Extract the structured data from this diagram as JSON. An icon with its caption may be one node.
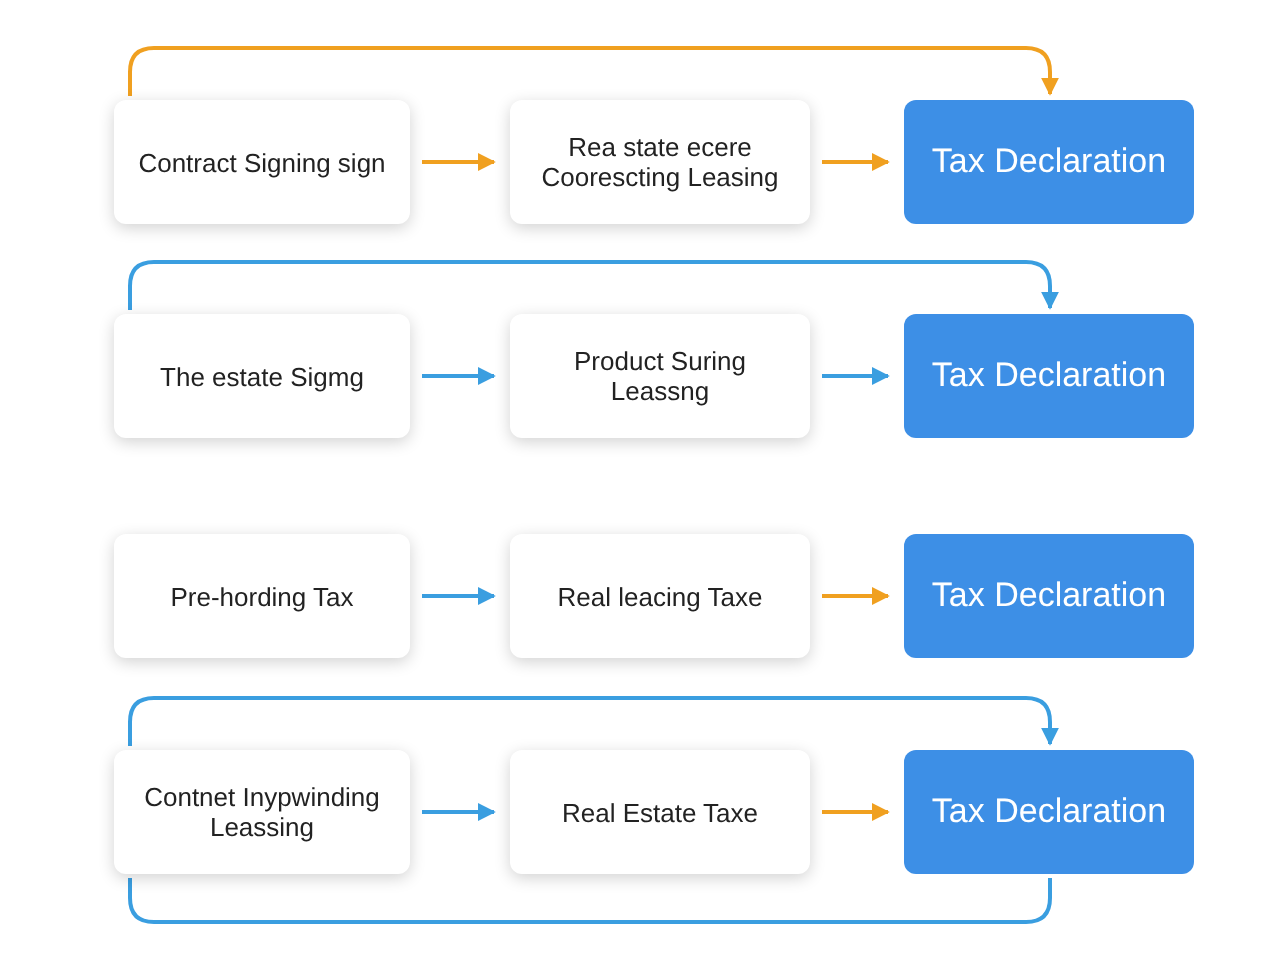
{
  "diagram": {
    "nodes": [
      {
        "text": [
          "Contract Signing sign"
        ]
      },
      {
        "text": [
          "Rea state ecere Coorescting Leasing"
        ]
      },
      {
        "text": [
          "Tax Declaration"
        ]
      },
      {
        "text": [
          "The estate Sigmg"
        ]
      },
      {
        "text": [
          "Product Suring Leassng"
        ]
      },
      {
        "text": [
          "Tax Declaration"
        ]
      },
      {
        "text": [
          "Pre-hording Tax"
        ]
      },
      {
        "text": [
          "Real leacing Taxe"
        ]
      },
      {
        "text": [
          "Tax Declaration"
        ]
      },
      {
        "text": [
          "Contnet Inypwinding Leassing"
        ]
      },
      {
        "text": [
          "Real Estate Taxe"
        ]
      },
      {
        "text": [
          "Tax Declaration"
        ]
      }
    ],
    "edges": [
      {
        "from": 0,
        "to": 1,
        "arrow": "to",
        "color": "#f0a020"
      },
      {
        "from": 1,
        "to": 2,
        "arrow": "to",
        "color": "#f0a020"
      },
      {
        "from": 0,
        "to": 2,
        "arrow": "to",
        "color": "#f0a020"
      },
      {
        "from": 3,
        "to": 4,
        "arrow": "to"
      },
      {
        "from": 4,
        "to": 5,
        "arrow": "to"
      },
      {
        "from": 3,
        "to": 5,
        "arrow": "to"
      },
      {
        "from": 6,
        "to": 7,
        "arrow": "to"
      },
      {
        "from": 7,
        "to": 8,
        "arrow": "to",
        "color": "#f0a020"
      },
      {
        "from": 9,
        "to": 10,
        "arrow": "to"
      },
      {
        "from": 10,
        "to": 11,
        "arrow": "to",
        "color": "#f0a020"
      },
      {
        "from": 9,
        "to": 11,
        "arrow": "to"
      },
      {
        "from": 9,
        "to": 11,
        "arrow": "none"
      }
    ]
  }
}
